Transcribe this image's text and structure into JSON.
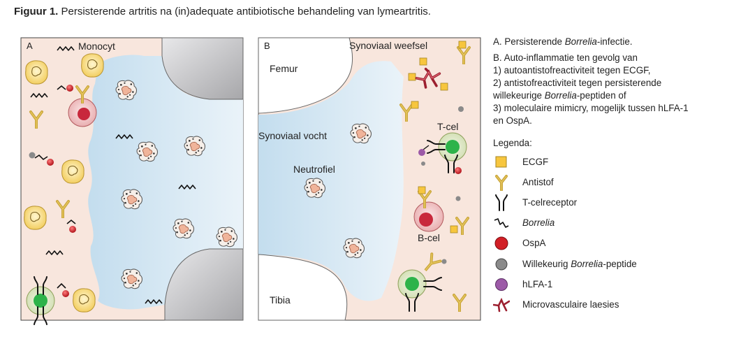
{
  "caption": {
    "prefix": "Figuur 1.",
    "text": " Persisterende artritis na (in)adequate antibiotische behandeling van lymeartritis."
  },
  "panel_a": {
    "letter": "A",
    "monocyte_label": "Monocyt"
  },
  "panel_b": {
    "letter": "B",
    "synovial_tissue_label": "Synoviaal weefsel",
    "femur_label": "Femur",
    "tibia_label": "Tibia",
    "synovial_fluid_label": "Synoviaal vocht",
    "neutrophil_label": "Neutrofiel",
    "tcell_label": "T-cel",
    "bcell_label": "B-cel"
  },
  "description": {
    "line_a_pre": "A. Persisterende ",
    "line_a_italic": "Borrelia",
    "line_a_post": "-infectie.",
    "line_b": "B. Auto-inflammatie ten gevolg van",
    "line_1": "1) autoantistofreactiviteit tegen ECGF,",
    "line_2": "2) antistofreactiviteit tegen persisterende",
    "line_2b_pre": "willekeurige ",
    "line_2b_italic": "Borrelia",
    "line_2b_post": "-peptiden of",
    "line_3": "3) moleculaire mimicry, mogelijk tussen hLFA-1",
    "line_3b": "en OspA."
  },
  "legend": {
    "title": "Legenda:",
    "items": [
      {
        "icon": "ecgf-square-icon",
        "label": "ECGF"
      },
      {
        "icon": "antibody-icon",
        "label": "Antistof"
      },
      {
        "icon": "t-cell-receptor-icon",
        "label": "T-celreceptor"
      },
      {
        "icon": "borrelia-spirochete-icon",
        "label": "Borrelia"
      },
      {
        "icon": "ospa-red-dot-icon",
        "label": "OspA"
      },
      {
        "icon": "peptide-grey-dot-icon",
        "label_pre": "Willekeurig ",
        "label_italic": "Borrelia",
        "label_post": "-peptide"
      },
      {
        "icon": "hlfa1-purple-dot-icon",
        "label": "hLFA-1"
      },
      {
        "icon": "microvascular-lesion-icon",
        "label": "Microvasculaire laesies"
      }
    ]
  },
  "colors": {
    "tissue": "#f8e6dd",
    "fluid": "#cfe5f1",
    "bone": "#c9c9cb",
    "monocyte": "#f6d77a",
    "ecgf": "#f7c63e",
    "antibody": "#c9a53a",
    "ospa": "#d21f26",
    "peptide": "#8a8a8a",
    "hlfa1": "#9c5aa7",
    "lymphocyte": "#2db34a",
    "bcell": "#c8283c"
  }
}
